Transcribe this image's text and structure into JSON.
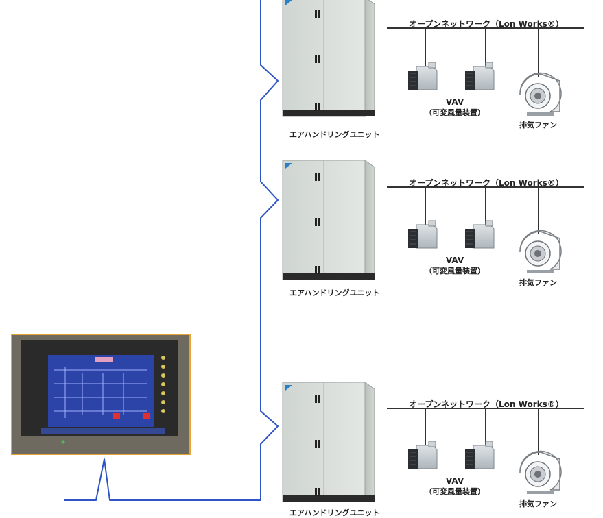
{
  "network_label": "オープンネットワーク（Lon Works®）",
  "ahu_label": "エアハンドリングユニット",
  "vav_label": "VAV",
  "vav_sublabel": "（可変風量装置）",
  "fan_label": "排気ファン",
  "colors": {
    "wire": "#2f55c4",
    "panel_border": "#e8a332",
    "screen": "#2c43a8",
    "cabinet": "#d7dcd8",
    "network_line": "#333333"
  },
  "icons": [
    "touch-panel-controller",
    "air-handling-unit",
    "vav-box",
    "exhaust-fan"
  ]
}
